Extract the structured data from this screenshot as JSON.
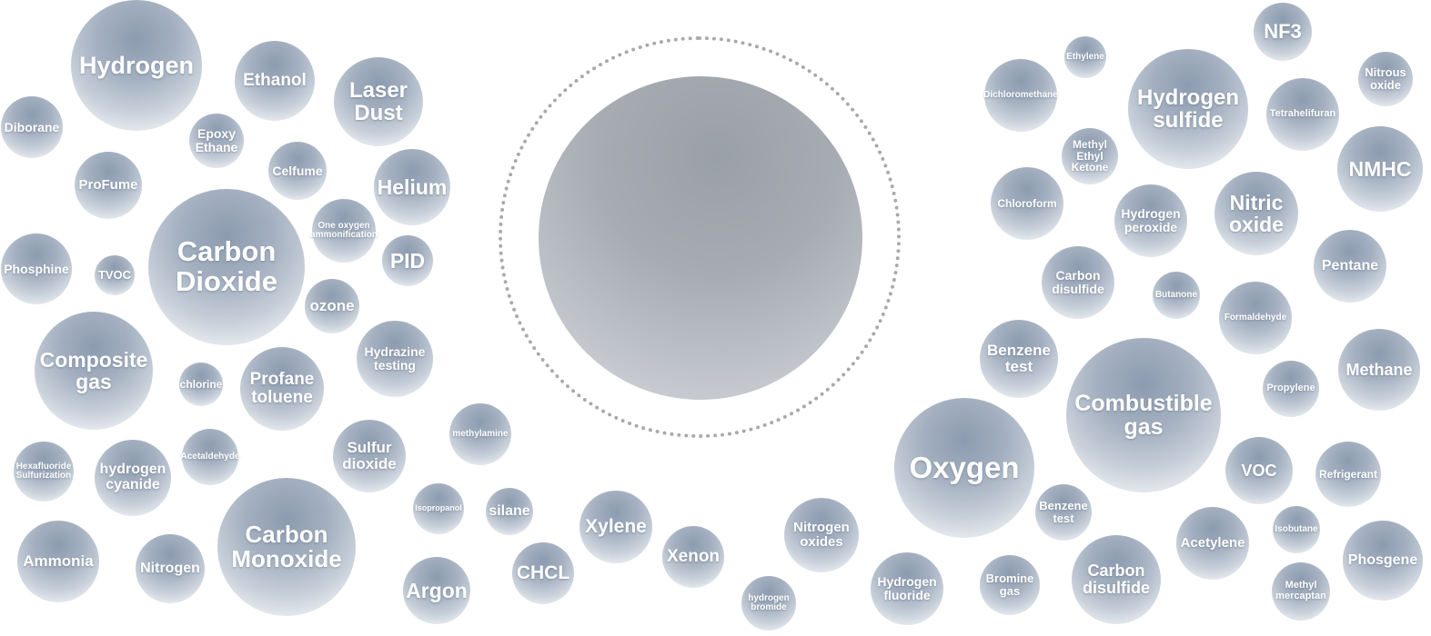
{
  "bubbles": [
    {
      "label": "Hydrogen"
    },
    {
      "label": "Ethanol"
    },
    {
      "label": "Laser\nDust"
    },
    {
      "label": "Diborane"
    },
    {
      "label": "Epoxy\nEthane"
    },
    {
      "label": "Celfume"
    },
    {
      "label": "Helium"
    },
    {
      "label": "ProFume"
    },
    {
      "label": "Carbon\nDioxide"
    },
    {
      "label": "One oxygen\nammonification"
    },
    {
      "label": "PID"
    },
    {
      "label": "Phosphine"
    },
    {
      "label": "TVOC"
    },
    {
      "label": "ozone"
    },
    {
      "label": "Composite\ngas"
    },
    {
      "label": "chlorine"
    },
    {
      "label": "Profane\ntoluene"
    },
    {
      "label": "Hydrazine\ntesting"
    },
    {
      "label": "Hexafluoride\nSulfurization"
    },
    {
      "label": "hydrogen\ncyanide"
    },
    {
      "label": "Acetaldehyde"
    },
    {
      "label": "Sulfur\ndioxide"
    },
    {
      "label": "methylamine"
    },
    {
      "label": "Carbon\nMonoxide"
    },
    {
      "label": "Ammonia"
    },
    {
      "label": "Nitrogen"
    },
    {
      "label": "Isopropanol"
    },
    {
      "label": "silane"
    },
    {
      "label": "Xylene"
    },
    {
      "label": "Argon"
    },
    {
      "label": "CHCL"
    },
    {
      "label": "Xenon"
    },
    {
      "label": "hydrogen\nbromide"
    },
    {
      "label": "Nitrogen\noxides"
    },
    {
      "label": "Oxygen"
    },
    {
      "label": "Hydrogen\nfluoride"
    },
    {
      "label": "Benzene\ntest"
    },
    {
      "label": "Bromine\ngas"
    },
    {
      "label": "Carbon\ndisulfide"
    },
    {
      "label": "Ethylene"
    },
    {
      "label": "NF3"
    },
    {
      "label": "Nitrous\noxide"
    },
    {
      "label": "Dichloromethane"
    },
    {
      "label": "Hydrogen\nsulfide"
    },
    {
      "label": "Tetrahelifuran"
    },
    {
      "label": "Methyl\nEthyl\nKetone"
    },
    {
      "label": "NMHC"
    },
    {
      "label": "Chloroform"
    },
    {
      "label": "Hydrogen\nperoxide"
    },
    {
      "label": "Nitric\noxide"
    },
    {
      "label": "Pentane"
    },
    {
      "label": "Carbon\ndisulfide"
    },
    {
      "label": "Butanone"
    },
    {
      "label": "Formaldehyde"
    },
    {
      "label": "Benzene\ntest"
    },
    {
      "label": "Combustible\ngas"
    },
    {
      "label": "Methane"
    },
    {
      "label": "Propylene"
    },
    {
      "label": "VOC"
    },
    {
      "label": "Refrigerant"
    },
    {
      "label": "Acetylene"
    },
    {
      "label": "Isobutane"
    },
    {
      "label": "Phosgene"
    },
    {
      "label": "Methyl\nmercaptan"
    }
  ]
}
